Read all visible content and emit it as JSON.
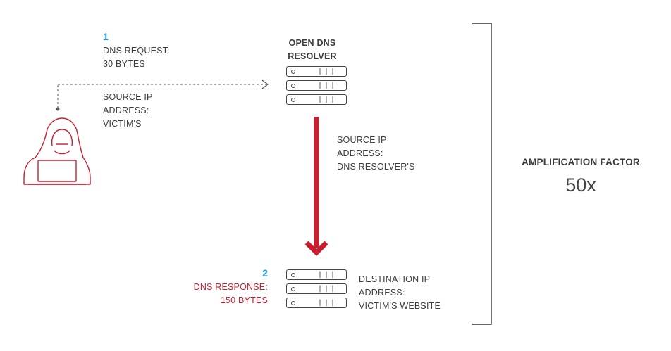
{
  "step1": {
    "number": "1",
    "request_line1": "DNS REQUEST:",
    "request_line2": "30 BYTES",
    "source_line1": "SOURCE IP",
    "source_line2": "ADDRESS:",
    "source_line3": "VICTIM'S"
  },
  "resolver": {
    "title_line1": "OPEN DNS",
    "title_line2": "RESOLVER",
    "source_line1": "SOURCE IP",
    "source_line2": "ADDRESS:",
    "source_line3": "DNS RESOLVER'S"
  },
  "step2": {
    "number": "2",
    "response_line1": "DNS RESPONSE:",
    "response_line2": "150 BYTES",
    "dest_line1": "DESTINATION IP",
    "dest_line2": "ADDRESS:",
    "dest_line3": "VICTIM'S WEBSITE"
  },
  "amplification": {
    "label": "AMPLIFICATION FACTOR",
    "value": "50x"
  },
  "icons": {
    "attacker": "hooded-hacker-icon",
    "server": "server-rack-icon"
  },
  "colors": {
    "accent_red": "#c8202f",
    "step_blue": "#1a9ad9",
    "text_gray": "#3d3d3d"
  }
}
